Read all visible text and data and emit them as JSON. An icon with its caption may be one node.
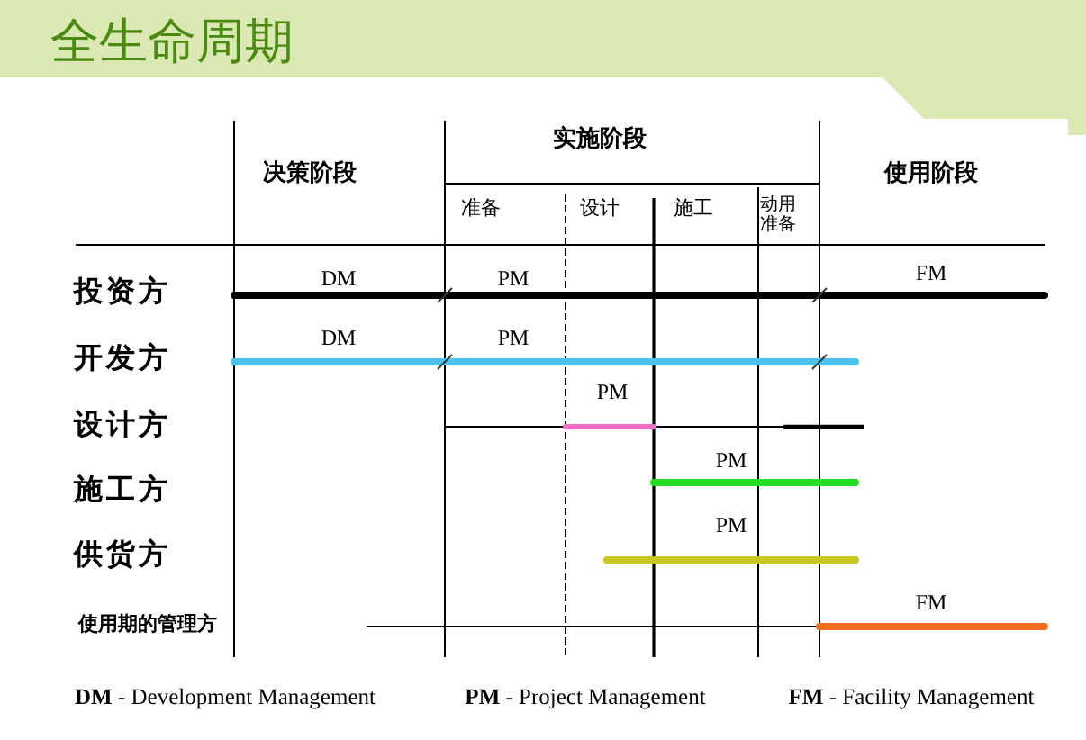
{
  "diagram": {
    "title": "全生命周期",
    "labels": [
      "决策阶段",
      "实施阶段",
      "使用阶段",
      "准备",
      "设计",
      "施工",
      "动用准备",
      "投资方",
      "DM",
      "PM",
      "FM",
      "开发方",
      "DM",
      "PM",
      "设计方",
      "PM",
      "施工方",
      "PM",
      "供货方",
      "PM",
      "使用期的管理方",
      "FM",
      "**DM** - Development Management",
      "**PM** - Project Management",
      "**FM** - Facility Management"
    ]
  }
}
